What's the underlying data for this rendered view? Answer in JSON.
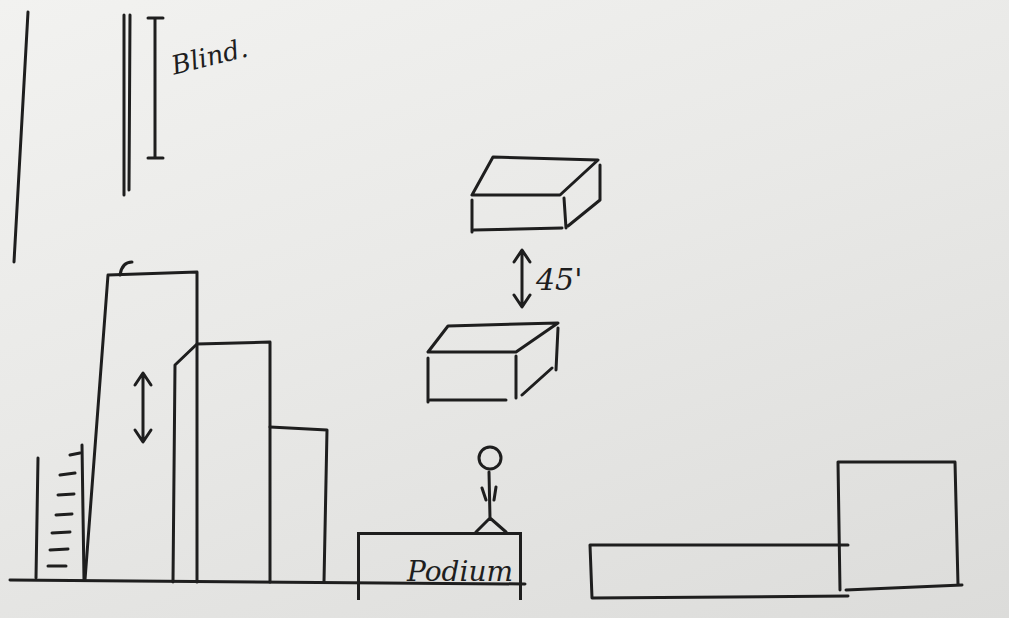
{
  "diagram": {
    "nodes": [
      {
        "text": [
          "Podium"
        ]
      }
    ],
    "labels": [
      "Blind.",
      "45'"
    ]
  }
}
